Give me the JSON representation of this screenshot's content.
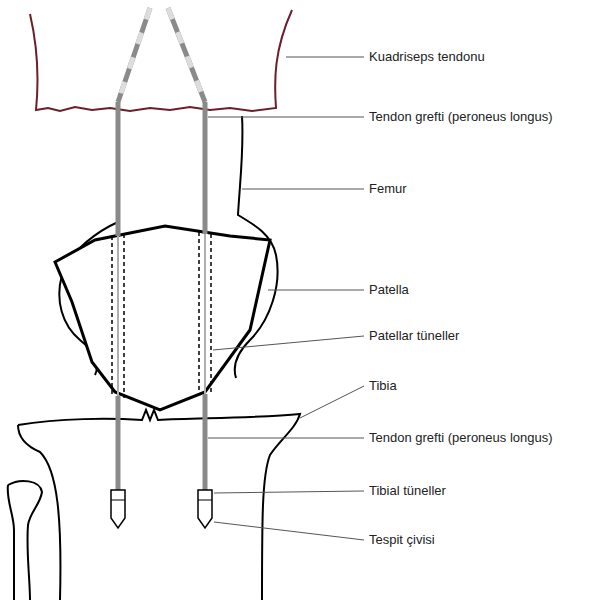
{
  "diagram": {
    "labels": [
      "Kuadriseps tendonu",
      "Tendon grefti (peroneus longus)",
      "Femur",
      "Patella",
      "Patellar tüneller",
      "Tibia",
      "Tendon grefti (peroneus longus)",
      "Tibial tüneller",
      "Tespit çivisi"
    ]
  }
}
